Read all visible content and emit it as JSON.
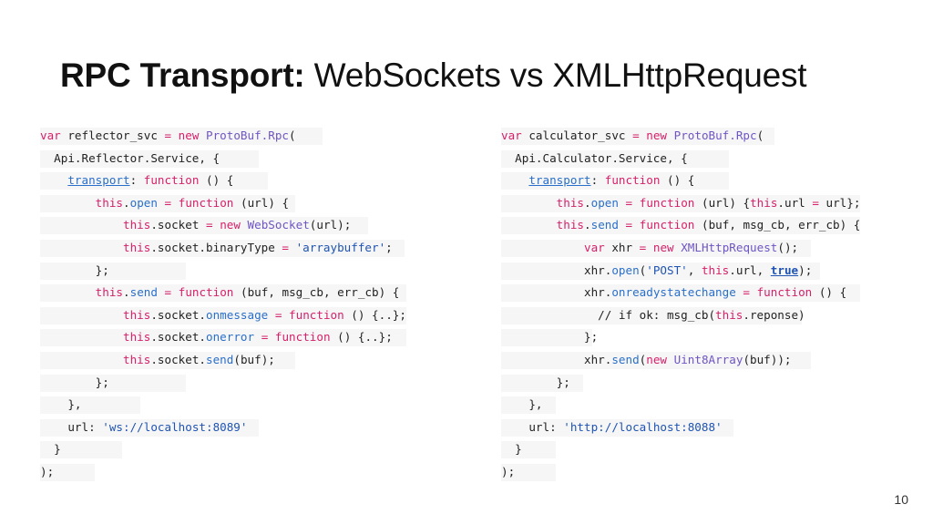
{
  "slide": {
    "title_bold": "RPC Transport:",
    "title_rest": " WebSockets vs XMLHttpRequest",
    "page_number": "10"
  },
  "code_left": {
    "lines": [
      [
        [
          "kw",
          "var"
        ],
        [
          "t",
          " reflector_svc "
        ],
        [
          "kw",
          "="
        ],
        [
          "t",
          " "
        ],
        [
          "kw",
          "new"
        ],
        [
          "t",
          " "
        ],
        [
          "ty",
          "ProtoBuf.Rpc"
        ],
        [
          "t",
          "("
        ]
      ],
      [
        [
          "t",
          "  Api.Reflector.Service, {"
        ]
      ],
      [
        [
          "t",
          "    "
        ],
        [
          "pr",
          "transport"
        ],
        [
          "t",
          ": "
        ],
        [
          "kw",
          "function"
        ],
        [
          "t",
          " () {"
        ]
      ],
      [
        [
          "t",
          "        "
        ],
        [
          "kw",
          "this"
        ],
        [
          "t",
          "."
        ],
        [
          "pr",
          "open"
        ],
        [
          "t",
          " "
        ],
        [
          "kw",
          "="
        ],
        [
          "t",
          " "
        ],
        [
          "kw",
          "function"
        ],
        [
          "t",
          " (url) {"
        ]
      ],
      [
        [
          "t",
          "            "
        ],
        [
          "kw",
          "this"
        ],
        [
          "t",
          ".socket "
        ],
        [
          "kw",
          "="
        ],
        [
          "t",
          " "
        ],
        [
          "kw",
          "new"
        ],
        [
          "t",
          " "
        ],
        [
          "ty",
          "WebSocket"
        ],
        [
          "t",
          "(url);"
        ]
      ],
      [
        [
          "t",
          "            "
        ],
        [
          "kw",
          "this"
        ],
        [
          "t",
          ".socket.binaryType "
        ],
        [
          "kw",
          "="
        ],
        [
          "t",
          " "
        ],
        [
          "st",
          "'arraybuffer'"
        ],
        [
          "t",
          ";"
        ]
      ],
      [
        [
          "t",
          "        };"
        ]
      ],
      [
        [
          "t",
          "        "
        ],
        [
          "kw",
          "this"
        ],
        [
          "t",
          "."
        ],
        [
          "pr",
          "send"
        ],
        [
          "t",
          " "
        ],
        [
          "kw",
          "="
        ],
        [
          "t",
          " "
        ],
        [
          "kw",
          "function"
        ],
        [
          "t",
          " (buf, msg_cb, err_cb) {"
        ]
      ],
      [
        [
          "t",
          "            "
        ],
        [
          "kw",
          "this"
        ],
        [
          "t",
          ".socket."
        ],
        [
          "pr",
          "onmessage"
        ],
        [
          "t",
          " "
        ],
        [
          "kw",
          "="
        ],
        [
          "t",
          " "
        ],
        [
          "kw",
          "function"
        ],
        [
          "t",
          " () {..};"
        ]
      ],
      [
        [
          "t",
          "            "
        ],
        [
          "kw",
          "this"
        ],
        [
          "t",
          ".socket."
        ],
        [
          "pr",
          "onerror"
        ],
        [
          "t",
          " "
        ],
        [
          "kw",
          "="
        ],
        [
          "t",
          " "
        ],
        [
          "kw",
          "function"
        ],
        [
          "t",
          " () {..};"
        ]
      ],
      [
        [
          "t",
          "            "
        ],
        [
          "kw",
          "this"
        ],
        [
          "t",
          ".socket."
        ],
        [
          "pr",
          "send"
        ],
        [
          "t",
          "(buf);"
        ]
      ],
      [
        [
          "t",
          "        };"
        ]
      ],
      [
        [
          "t",
          "    },"
        ]
      ],
      [
        [
          "t",
          "    url: "
        ],
        [
          "st",
          "'ws://localhost:8089'"
        ]
      ],
      [
        [
          "t",
          "  }"
        ]
      ],
      [
        [
          "t",
          ");"
        ]
      ]
    ]
  },
  "code_right": {
    "lines": [
      [
        [
          "kw",
          "var"
        ],
        [
          "t",
          " calculator_svc "
        ],
        [
          "kw",
          "="
        ],
        [
          "t",
          " "
        ],
        [
          "kw",
          "new"
        ],
        [
          "t",
          " "
        ],
        [
          "ty",
          "ProtoBuf.Rpc"
        ],
        [
          "t",
          "("
        ]
      ],
      [
        [
          "t",
          "  Api.Calculator.Service, {"
        ]
      ],
      [
        [
          "t",
          "    "
        ],
        [
          "pr",
          "transport"
        ],
        [
          "t",
          ": "
        ],
        [
          "kw",
          "function"
        ],
        [
          "t",
          " () {"
        ]
      ],
      [
        [
          "t",
          "        "
        ],
        [
          "kw",
          "this"
        ],
        [
          "t",
          "."
        ],
        [
          "pr",
          "open"
        ],
        [
          "t",
          " "
        ],
        [
          "kw",
          "="
        ],
        [
          "t",
          " "
        ],
        [
          "kw",
          "function"
        ],
        [
          "t",
          " (url) {"
        ],
        [
          "kw",
          "this"
        ],
        [
          "t",
          ".url "
        ],
        [
          "kw",
          "="
        ],
        [
          "t",
          " url};"
        ]
      ],
      [
        [
          "t",
          "        "
        ],
        [
          "kw",
          "this"
        ],
        [
          "t",
          "."
        ],
        [
          "pr",
          "send"
        ],
        [
          "t",
          " "
        ],
        [
          "kw",
          "="
        ],
        [
          "t",
          " "
        ],
        [
          "kw",
          "function"
        ],
        [
          "t",
          " (buf, msg_cb, err_cb) {"
        ]
      ],
      [
        [
          "t",
          "            "
        ],
        [
          "kw",
          "var"
        ],
        [
          "t",
          " xhr "
        ],
        [
          "kw",
          "="
        ],
        [
          "t",
          " "
        ],
        [
          "kw",
          "new"
        ],
        [
          "t",
          " "
        ],
        [
          "ty",
          "XMLHttpRequest"
        ],
        [
          "t",
          "();"
        ]
      ],
      [
        [
          "t",
          "            xhr."
        ],
        [
          "pr",
          "open"
        ],
        [
          "t",
          "("
        ],
        [
          "st",
          "'POST'"
        ],
        [
          "t",
          ", "
        ],
        [
          "kw",
          "this"
        ],
        [
          "t",
          ".url, "
        ],
        [
          "st",
          "true"
        ],
        [
          "t",
          ");"
        ]
      ],
      [
        [
          "t",
          "            xhr."
        ],
        [
          "pr",
          "onreadystatechange"
        ],
        [
          "t",
          " "
        ],
        [
          "kw",
          "="
        ],
        [
          "t",
          " "
        ],
        [
          "kw",
          "function"
        ],
        [
          "t",
          " () {"
        ]
      ],
      [
        [
          "t",
          "              // if ok: msg_cb("
        ],
        [
          "kw",
          "this"
        ],
        [
          "t",
          ".reponse)"
        ]
      ],
      [
        [
          "t",
          "            };"
        ]
      ],
      [
        [
          "t",
          "            xhr."
        ],
        [
          "pr",
          "send"
        ],
        [
          "t",
          "("
        ],
        [
          "kw",
          "new"
        ],
        [
          "t",
          " "
        ],
        [
          "ty",
          "Uint8Array"
        ],
        [
          "t",
          "(buf));"
        ]
      ],
      [
        [
          "t",
          "        };"
        ]
      ],
      [
        [
          "t",
          "    },"
        ]
      ],
      [
        [
          "t",
          "    url: "
        ],
        [
          "st",
          "'http://localhost:8088'"
        ]
      ],
      [
        [
          "t",
          "  }"
        ]
      ],
      [
        [
          "t",
          ");"
        ]
      ]
    ]
  }
}
